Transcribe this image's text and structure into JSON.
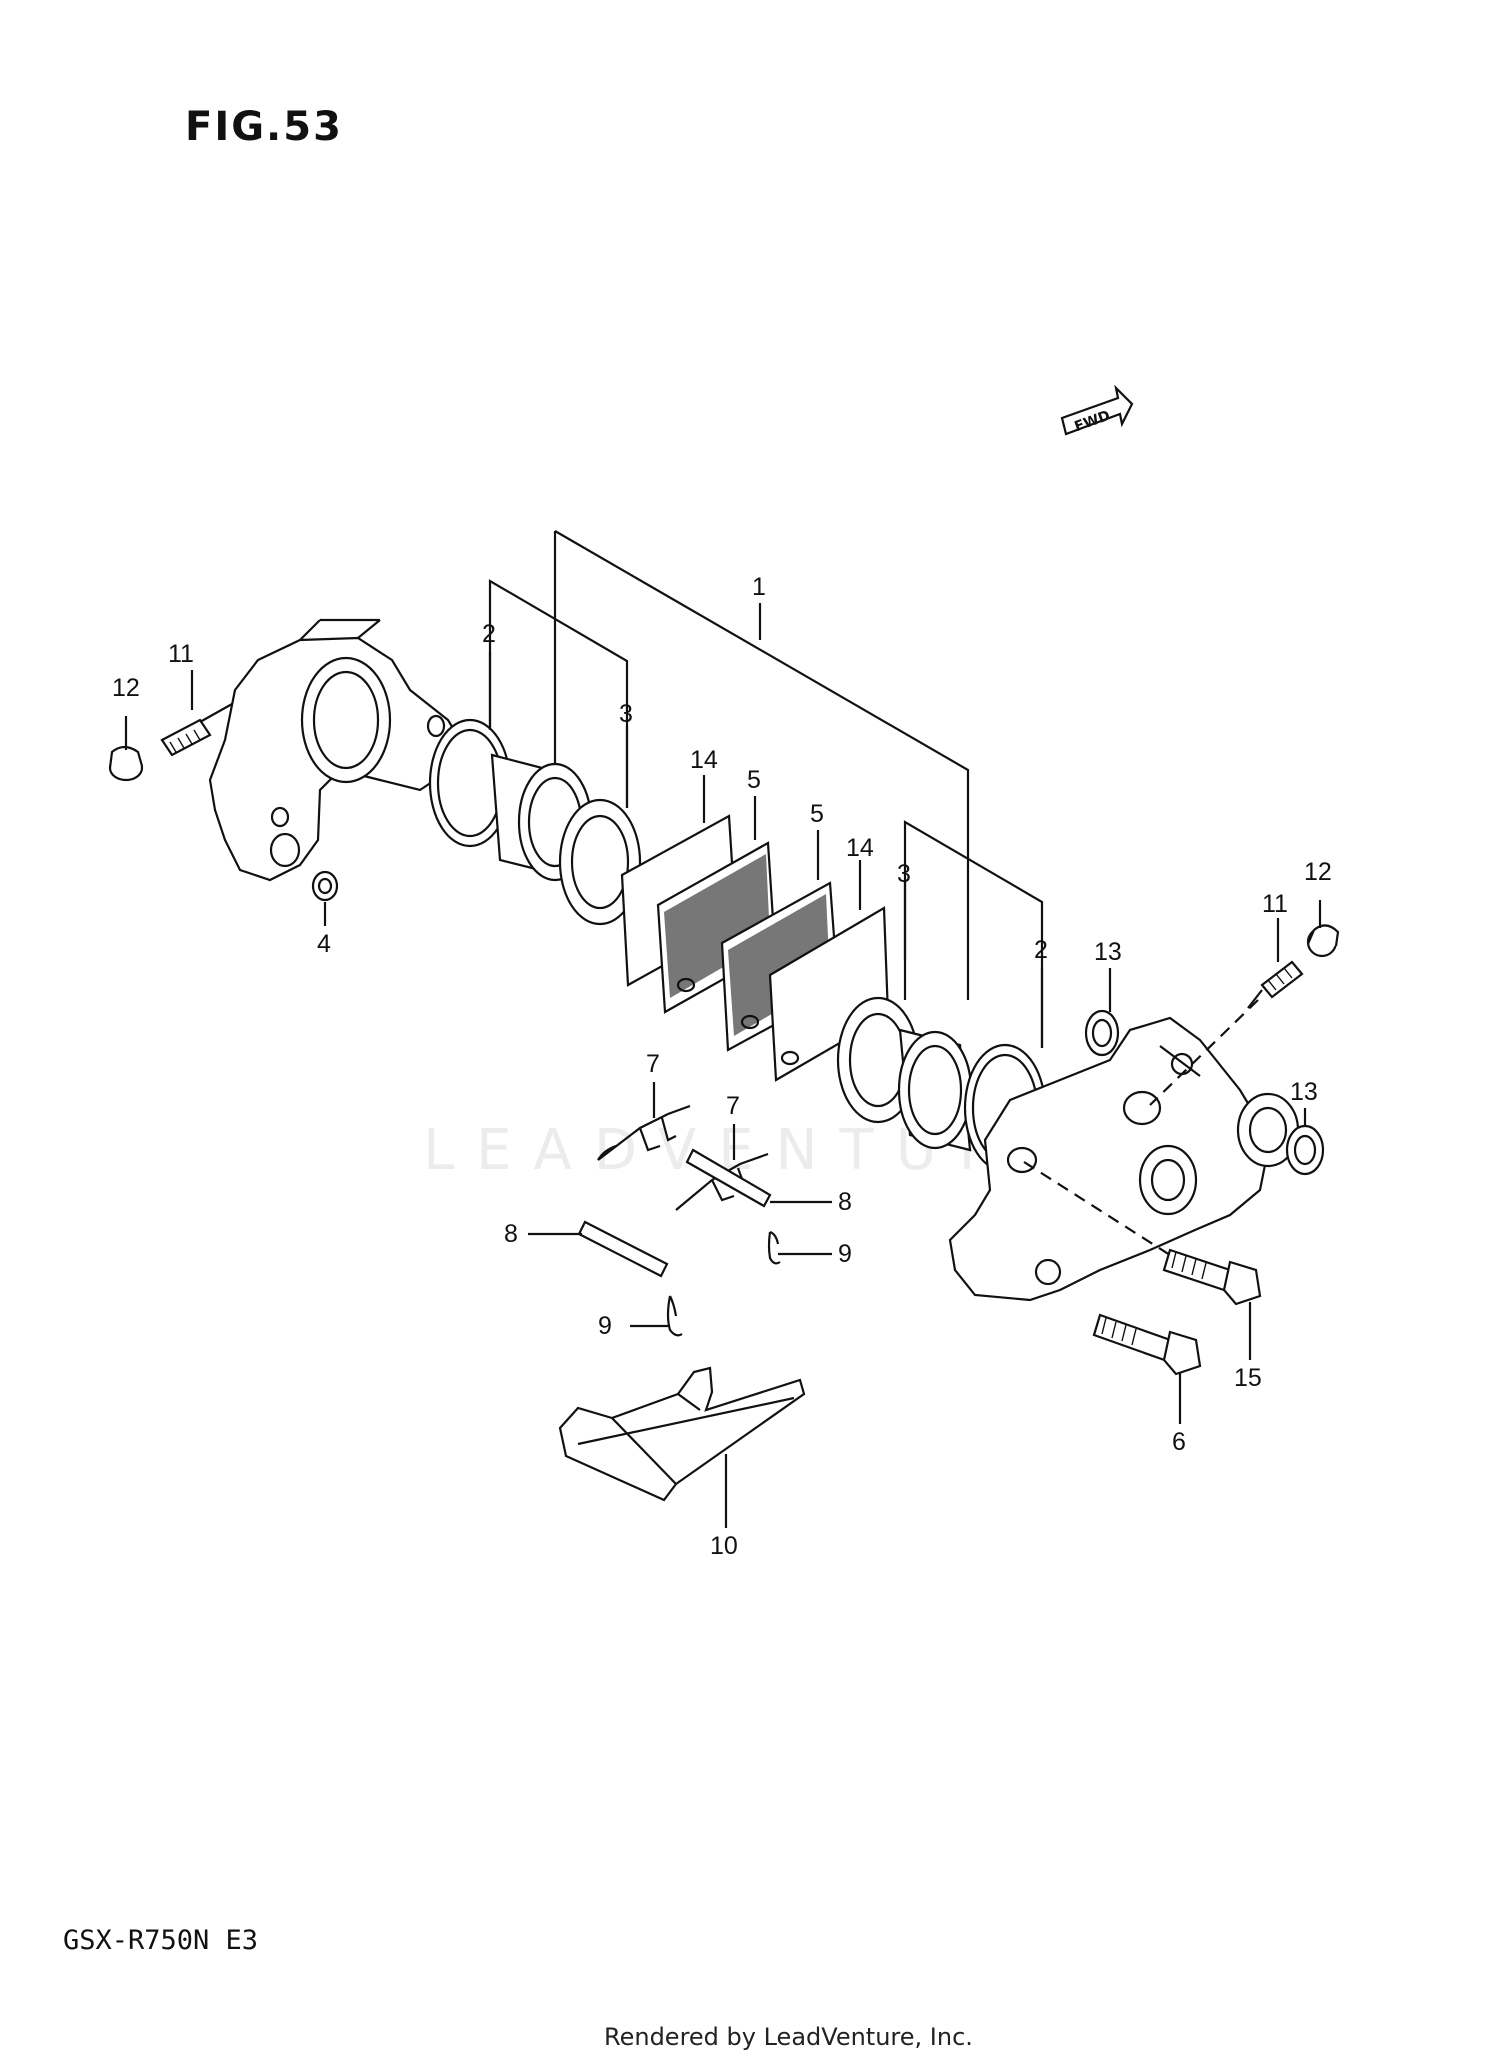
{
  "figure": {
    "title": "FIG.53"
  },
  "model": "GSX-R750N E3",
  "footer": "Rendered by LeadVenture, Inc.",
  "watermark": "LEADVENTURE",
  "fwd_badge": "FWD",
  "callouts": [
    {
      "id": "c1",
      "text": "1"
    },
    {
      "id": "c2a",
      "text": "2"
    },
    {
      "id": "c2b",
      "text": "2"
    },
    {
      "id": "c3a",
      "text": "3"
    },
    {
      "id": "c3b",
      "text": "3"
    },
    {
      "id": "c4",
      "text": "4"
    },
    {
      "id": "c5a",
      "text": "5"
    },
    {
      "id": "c5b",
      "text": "5"
    },
    {
      "id": "c6",
      "text": "6"
    },
    {
      "id": "c7a",
      "text": "7"
    },
    {
      "id": "c7b",
      "text": "7"
    },
    {
      "id": "c8a",
      "text": "8"
    },
    {
      "id": "c8b",
      "text": "8"
    },
    {
      "id": "c9a",
      "text": "9"
    },
    {
      "id": "c9b",
      "text": "9"
    },
    {
      "id": "c10",
      "text": "10"
    },
    {
      "id": "c11a",
      "text": "11"
    },
    {
      "id": "c11b",
      "text": "11"
    },
    {
      "id": "c12a",
      "text": "12"
    },
    {
      "id": "c12b",
      "text": "12"
    },
    {
      "id": "c13a",
      "text": "13"
    },
    {
      "id": "c13b",
      "text": "13"
    },
    {
      "id": "c14a",
      "text": "14"
    },
    {
      "id": "c14b",
      "text": "14"
    },
    {
      "id": "c15",
      "text": "15"
    }
  ]
}
